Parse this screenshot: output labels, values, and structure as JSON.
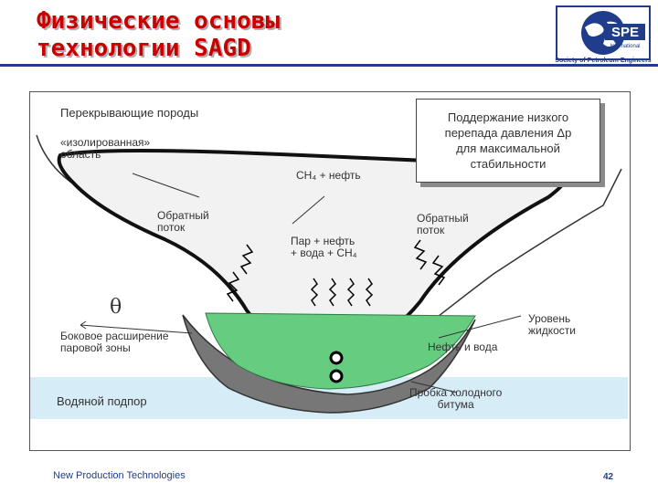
{
  "slide": {
    "title_line1": "Физические основы",
    "title_line2": "технологии SAGD",
    "footer": "New Production Technologies",
    "page_number": "42"
  },
  "logo": {
    "abbr": "SPE",
    "sub": "International",
    "caption": "Society of Petroleum Engineers"
  },
  "diagram": {
    "overburden": "Перекрывающие породы",
    "isolated_area_line1": "«изолированная»",
    "isolated_area_line2": "область",
    "ch4_oil": "CH₄ + нефть",
    "callout_line1": "Поддержание низкого",
    "callout_line2": "перепада давления Δp",
    "callout_line3": "для максимальной",
    "callout_line4": "стабильности",
    "backflow_left_line1": "Обратный",
    "backflow_left_line2": "поток",
    "backflow_right_line1": "Обратный",
    "backflow_right_line2": "поток",
    "steam_mix_line1": "Пар + нефть",
    "steam_mix_line2": "+ вода + CH₄",
    "theta": "θ",
    "lateral_line1": "Боковое расширение",
    "lateral_line2": "паровой зоны",
    "liquid_level_line1": "Уровень",
    "liquid_level_line2": "жидкости",
    "oil_water": "Нефть и вода",
    "water_drive": "Водяной подпор",
    "cold_bitumen_line1": "Пробка холодного",
    "cold_bitumen_line2": "битума"
  },
  "colors": {
    "title": "#c80000",
    "brand": "#1f3d8a",
    "water_zone": "#d6ecf7",
    "liquid": "#66cc80",
    "bitumen": "#777777"
  }
}
